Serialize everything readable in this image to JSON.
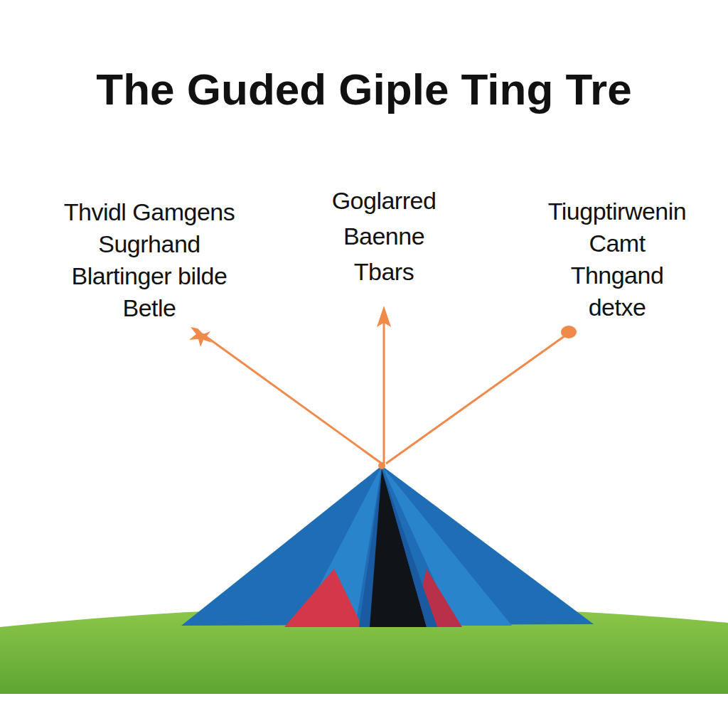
{
  "diagram": {
    "title": "The Guded Giple Ting Tre",
    "labels": [
      "Thvidl Gamgens Sugrhand Blartinger bilde Betle",
      "Goglarred Baenne Tbars",
      "Tiugptirwenin Camt Thngand detxe"
    ]
  }
}
